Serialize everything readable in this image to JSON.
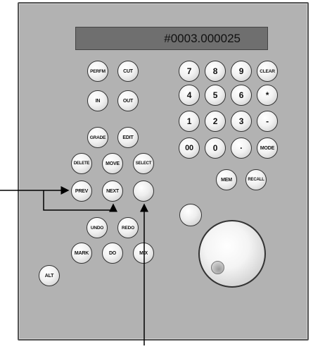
{
  "display": {
    "value": "#0003.000025"
  },
  "left_buttons": {
    "perfm": "PERFM",
    "cut": "CUT",
    "in": "IN",
    "out": "OUT",
    "grade": "GRADE",
    "edit": "EDIT",
    "delete": "DELETE",
    "move": "MOVE",
    "select": "SELECT",
    "prev": "PREV",
    "next": "NEXT",
    "undo": "UNDO",
    "redo": "REDO",
    "mark": "MARK",
    "do": "DO",
    "mix": "MIX",
    "alt": "ALT"
  },
  "keypad": {
    "k7": "7",
    "k8": "8",
    "k9": "9",
    "clear": "CLEAR",
    "k4": "4",
    "k5": "5",
    "k6": "6",
    "star": "*",
    "k1": "1",
    "k2": "2",
    "k3": "3",
    "minus": "-",
    "k00": "00",
    "k0": "0",
    "dot": "·",
    "mode": "MODE",
    "mem": "MEM",
    "recall": "RECALL"
  }
}
